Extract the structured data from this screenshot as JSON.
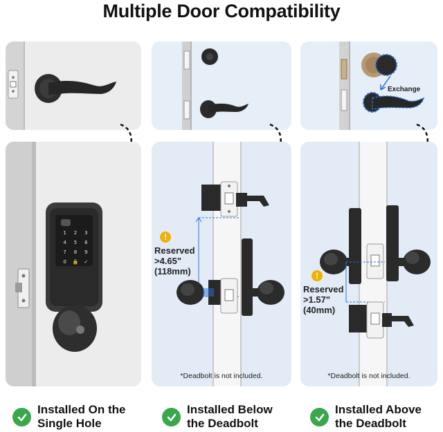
{
  "title": "Multiple Door Compatibility",
  "panels": [
    {
      "note": "",
      "caption_line1": "Installed On the",
      "caption_line2": "Single Hole"
    },
    {
      "note": "*Deadbolt is not included.",
      "reserved_label": "Reserved",
      "reserved_inches": ">4.65\"",
      "reserved_mm": "(118mm)",
      "caption_line1": "Installed Below",
      "caption_line2": "the Deadbolt"
    },
    {
      "note": "*Deadbolt is not included.",
      "reserved_label": "Reserved",
      "reserved_inches": ">1.57\"",
      "reserved_mm": "(40mm)",
      "exchange_label": "Exchange",
      "caption_line1": "Installed Above",
      "caption_line2": "the Deadbolt"
    }
  ],
  "keypad": [
    "1",
    "2",
    "3",
    "4",
    "5",
    "6",
    "7",
    "8",
    "9",
    "0"
  ],
  "colors": {
    "check": "#3aa74b",
    "warning": "#f2b000",
    "dim_line": "#2f6fd6"
  }
}
